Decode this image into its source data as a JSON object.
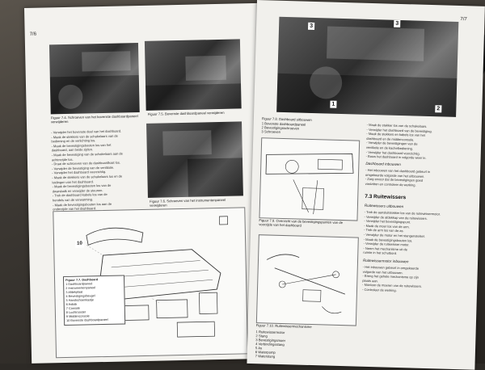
{
  "left_page": {
    "page_number": "7/6",
    "captions": {
      "fig1": "Figuur 7.4. Schroeven van het bovenste dashboardpaneel verwijderen",
      "fig2": "Figuur 7.5. Bovenste dashboardpaneel verwijderen",
      "fig3": "Figuur 7.6. Schroeven van het instrumentenpaneel verwijderen"
    },
    "body_lines": [
      "- Verwijder het bovenste deel van het dashboard.",
      "- Maak de stekkers van de schakelaars van de",
      "  bediening en de verlichting los.",
      "- Maak de bevestigingsbouten los van het",
      "  dashboard, aan beide zijden.",
      "- Maak de bevestiging van de schakelaars aan de",
      "  achterzijde los.",
      "- Draai de schroeven van de dashboardkast los.",
      "- Verwijder de bevestiging van de ventilatie.",
      "- Verwijder het dashboard voorzichtig.",
      "- Maak de stekkers van de schakelaars los en de",
      "  leidingen van het dashboard.",
      "- Maak de bevestigingsbouten los van de",
      "  dwarsbalk en verwijder de steunen.",
      "- Trek de dashboard kabels los van de",
      "  hendels van de verwarming.",
      "- Maak de bevestigingsbouten los aan de",
      "  onderzijde van het dashboard."
    ],
    "fig_large_caption": "Figuur 7.7. Dashboard",
    "legend_items": [
      "1  Dashboardpaneel",
      "2  Instrumentenpaneel",
      "3  Afdekplaat",
      "4  Bevestigingsbeugel",
      "5  Handschoenkastje",
      "6  Asbak",
      "7  Console",
      "8  Luchtrooster",
      "9  Middenconsole",
      "10 Bovenste dashboardpaneel"
    ],
    "callout_10": "10"
  },
  "right_page": {
    "page_number": "7/7",
    "photo_callouts": [
      "3",
      "3",
      "1",
      "2"
    ],
    "fig_caption": "Figuur 7.8. Dashboard uitbouwen",
    "legend_small": [
      "1  Bovenste dashboardpaneel",
      "2  Bevestigingsschroeven",
      "3  Schroeven"
    ],
    "fig9_caption": "Figuur 7.9. Overzicht van de bevestigingspunten van de voorzijde van het dashboard",
    "right_col_lines": [
      "- Maak de stekker los van de schakelaars.",
      "- Verwijder het dashboard van de bevestiging.",
      "- Maak de stekkers en kabels los van het",
      "  dashboard en de middenconsole.",
      "- Verwijder de bevestigingen van de",
      "  ventilatie en de kachelbediening.",
      "- Verwijder het dashboard voorzichtig.",
      "- Bouw het dashboard in volgorde weer in."
    ],
    "sub_heading": "Dashboard inbouwen",
    "inbouw_lines": [
      "- Het inbouwen van het dashboard gebeurt in",
      "  omgekeerde volgorde van het uitbouwen.",
      "- Zorg ervoor dat de bevestigingen goed",
      "  vastzitten en controleer de werking."
    ],
    "section_heading": "7.3 Ruitewissers",
    "section_sub": "Ruitewissers uitbouwen",
    "section_lines": [
      "- Trek de aansluitstekker los van de ruitewissermotor.",
      "- Verwijder de afdekkap van de ruitewissers.",
      "- Verwijder het bevestigingspunt.",
      "- Maak de moer los van de arm.",
      "- Trek de arm los van de as.",
      "- Verwijder de motor en het stangenstelsel.",
      "- Maak de bevestigingsbouten los.",
      "- Verwijder de ruitewisser motor.",
      "- Neem het mechanisme uit de",
      "  ruimte in het schutbord."
    ],
    "section_sub2": "Ruitewissermotor inbouwen",
    "section_lines2": [
      "- Het inbouwen gebeurt in omgekeerde",
      "  volgorde van het uitbouwen.",
      "- Breng het gehele mechanisme op zijn",
      "  plaats aan.",
      "- Monteer de moeren van de ruitewissers.",
      "- Controleer de werking."
    ],
    "fig10_caption": "Figuur 7.10. Ruitewissermechanisme",
    "fig10_legend": [
      "1  Ruitewissermotor",
      "2  Stang",
      "3  Bevestigingsmoer",
      "4  Verbindingsstang",
      "5  As",
      "6  Waterpomp",
      "7  Waterslang"
    ]
  }
}
